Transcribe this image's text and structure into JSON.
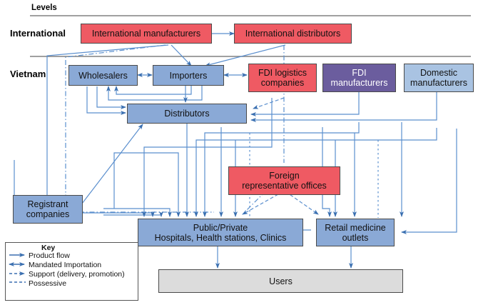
{
  "header": {
    "levels_label": "Levels"
  },
  "rows": [
    {
      "name": "international",
      "label": "International"
    },
    {
      "name": "vietnam",
      "label": "Vietnam"
    }
  ],
  "nodes": {
    "international_manufacturers": "International manufacturers",
    "international_distributors": "International distributors",
    "wholesalers": "Wholesalers",
    "importers": "Importers",
    "fdi_logistics_companies_l1": "FDI logistics",
    "fdi_logistics_companies_l2": "companies",
    "fdi_manufacturers_l1": "FDI",
    "fdi_manufacturers_l2": "manufacturers",
    "domestic_manufacturers_l1": "Domestic",
    "domestic_manufacturers_l2": "manufacturers",
    "distributors": "Distributors",
    "foreign_representative_offices_l1": "Foreign",
    "foreign_representative_offices_l2": "representative offices",
    "registrant_companies_l1": "Registrant",
    "registrant_companies_l2": "companies",
    "public_private_l1": "Public/Private",
    "public_private_l2": "Hospitals, Health stations, Clinics",
    "retail_medicine_outlets_l1": "Retail medicine",
    "retail_medicine_outlets_l2": "outlets",
    "users": "Users"
  },
  "legend": {
    "title": "Key",
    "items": [
      {
        "label": "Product flow",
        "style": "solid-arrow"
      },
      {
        "label": "Mandated Importation",
        "style": "solid-double-arrow"
      },
      {
        "label": "Support (delivery, promotion)",
        "style": "dashed-arrow"
      },
      {
        "label": "Possessive",
        "style": "dashed-line"
      }
    ]
  },
  "colors": {
    "red_fill": "#ef5a63",
    "blue_fill": "#8aa9d6",
    "light_blue_fill": "#a9c3e2",
    "purple_fill": "#6b5d9e",
    "grey_fill": "#dcdcdc",
    "arrow_blue": "#4a7fc1",
    "border_dark": "#4a4a4a",
    "divider_grey": "#808080"
  }
}
